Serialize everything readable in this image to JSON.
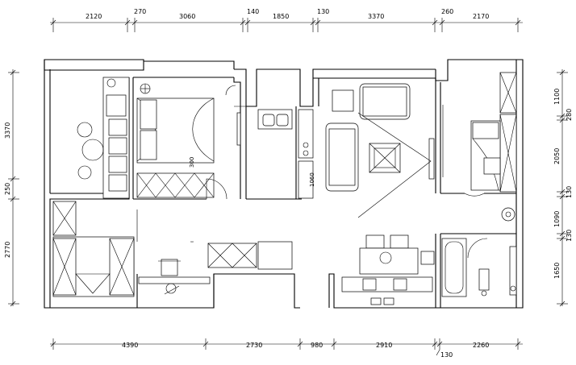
{
  "dimensions": {
    "top": [
      "2120",
      "270",
      "3060",
      "140",
      "1850",
      "130",
      "3370",
      "260",
      "2170"
    ],
    "bottom": [
      "4390",
      "2730",
      "980",
      "2910",
      "130",
      "2260"
    ],
    "left": [
      "3370",
      "250",
      "2770"
    ],
    "right": [
      "1100",
      "280",
      "2050",
      "130",
      "1090",
      "130",
      "1650"
    ]
  },
  "interior_labels": {
    "bedroom_closet_depth": "300",
    "kitchen_counter_depth": "1060"
  }
}
